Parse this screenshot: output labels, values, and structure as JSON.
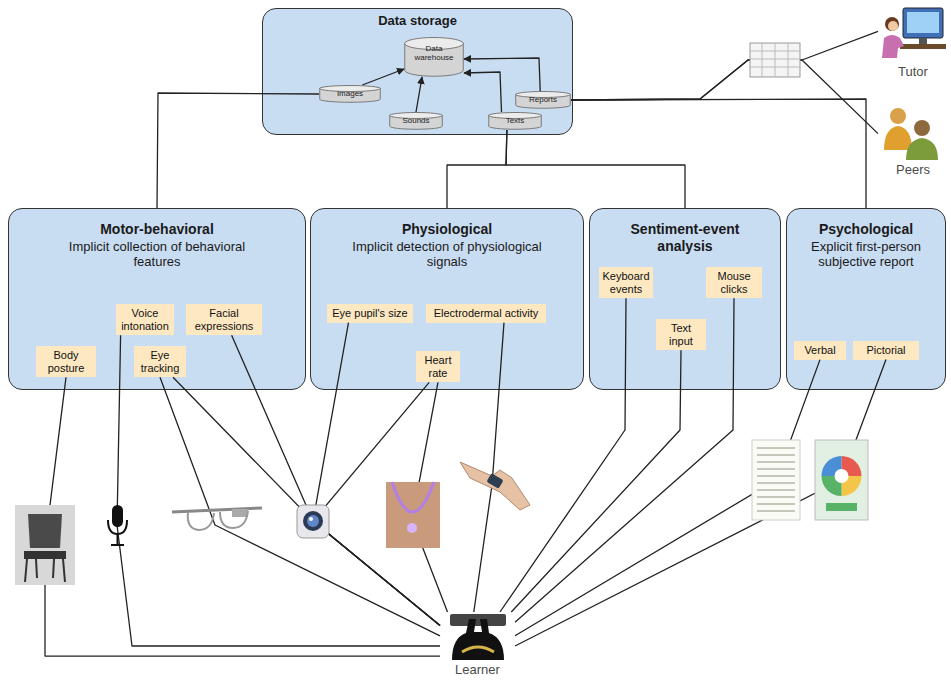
{
  "diagram": {
    "nodes": [
      {
        "text": [
          "Data storage"
        ]
      },
      {
        "text": [
          "Data warehouse"
        ],
        "in": 0
      },
      {
        "text": [
          "Images"
        ],
        "in": 0
      },
      {
        "text": [
          "Sounds"
        ],
        "in": 0
      },
      {
        "text": [
          "Texts"
        ],
        "in": 0
      },
      {
        "text": [
          "Reports"
        ],
        "in": 0
      },
      {
        "text": [
          "Tutor"
        ]
      },
      {
        "text": [
          "Peers"
        ]
      },
      {
        "text": [
          "Motor-behavioral",
          "Implicit collection of behavioral features"
        ]
      },
      {
        "text": [
          "Voice intonation"
        ],
        "in": 8
      },
      {
        "text": [
          "Facial expressions"
        ],
        "in": 8
      },
      {
        "text": [
          "Body posture"
        ],
        "in": 8
      },
      {
        "text": [
          "Eye tracking"
        ],
        "in": 8
      },
      {
        "text": [
          "Physiological",
          "Implicit detection of physiological signals"
        ]
      },
      {
        "text": [
          "Eye pupil's size"
        ],
        "in": 13
      },
      {
        "text": [
          "Electrodermal activity"
        ],
        "in": 13
      },
      {
        "text": [
          "Heart rate"
        ],
        "in": 13
      },
      {
        "text": [
          "Sentiment-event analysis"
        ]
      },
      {
        "text": [
          "Keyboard events"
        ],
        "in": 17
      },
      {
        "text": [
          "Mouse clicks"
        ],
        "in": 17
      },
      {
        "text": [
          "Text input"
        ],
        "in": 17
      },
      {
        "text": [
          "Psychological",
          "Explicit first-person subjective report"
        ]
      },
      {
        "text": [
          "Verbal"
        ],
        "in": 21
      },
      {
        "text": [
          "Pictorial"
        ],
        "in": 21
      },
      {
        "text": [
          "Learner"
        ]
      }
    ],
    "edges": [
      {
        "from": 2,
        "to": 1,
        "arrow": "to"
      },
      {
        "from": 3,
        "to": 1,
        "arrow": "to"
      },
      {
        "from": 4,
        "to": 1,
        "arrow": "to"
      },
      {
        "from": 5,
        "to": 1,
        "arrow": "to"
      },
      {
        "from": 5,
        "to": 6,
        "arrow": "none"
      },
      {
        "from": 5,
        "to": 7,
        "arrow": "none"
      },
      {
        "from": 2,
        "to": 8,
        "arrow": "none"
      },
      {
        "from": 4,
        "to": 13,
        "arrow": "none"
      },
      {
        "from": 4,
        "to": 17,
        "arrow": "none"
      },
      {
        "from": 5,
        "to": 21,
        "arrow": "none"
      },
      {
        "from": 11,
        "to": 24,
        "arrow": "none"
      },
      {
        "from": 9,
        "to": 24,
        "arrow": "none"
      },
      {
        "from": 12,
        "to": 24,
        "arrow": "none"
      },
      {
        "from": 12,
        "to": 24,
        "arrow": "none"
      },
      {
        "from": 10,
        "to": 24,
        "arrow": "none"
      },
      {
        "from": 14,
        "to": 24,
        "arrow": "none"
      },
      {
        "from": 16,
        "to": 24,
        "arrow": "none"
      },
      {
        "from": 16,
        "to": 24,
        "arrow": "none"
      },
      {
        "from": 15,
        "to": 24,
        "arrow": "none"
      },
      {
        "from": 18,
        "to": 24,
        "arrow": "none"
      },
      {
        "from": 20,
        "to": 24,
        "arrow": "none"
      },
      {
        "from": 19,
        "to": 24,
        "arrow": "none"
      },
      {
        "from": 22,
        "to": 24,
        "arrow": "none"
      },
      {
        "from": 23,
        "to": 24,
        "arrow": "none"
      }
    ]
  }
}
